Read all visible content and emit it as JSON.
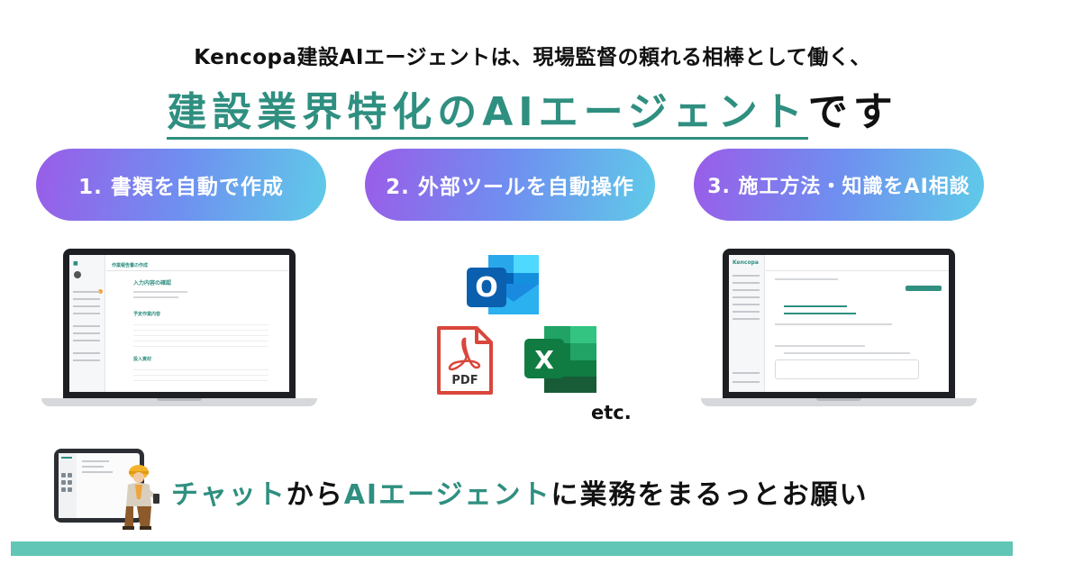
{
  "header": {
    "subtitle": "Kencopa建設AIエージェントは、現場監督の頼れる相棒として働く、",
    "headline_highlight": "建設業界特化のAIエージェント",
    "headline_tail": "です"
  },
  "pills": [
    {
      "label": "1. 書類を自動で作成"
    },
    {
      "label": "2. 外部ツールを自動操作"
    },
    {
      "label": "3. 施工方法・知識をAI相談"
    }
  ],
  "laptop_left": {
    "app_title": "作業報告書の作成",
    "section_title": "入力内容の確認",
    "sub_title": "予定作業内容",
    "sub_title2": "投入資材"
  },
  "laptop_right": {
    "app_logo": "Kencopa"
  },
  "tools": {
    "outlook_letter": "O",
    "pdf_label": "PDF",
    "excel_letter": "X",
    "etc_label": "etc."
  },
  "bottom": {
    "part1": "チャット",
    "part2": "から",
    "part3": "AIエージェント",
    "part4": "に業務をまるっとお願い"
  },
  "colors": {
    "accent_green": "#2f8f80",
    "pill_gradient_start": "#9a5ce8",
    "pill_gradient_end": "#5fcbe8",
    "bar": "#62c6b6"
  }
}
